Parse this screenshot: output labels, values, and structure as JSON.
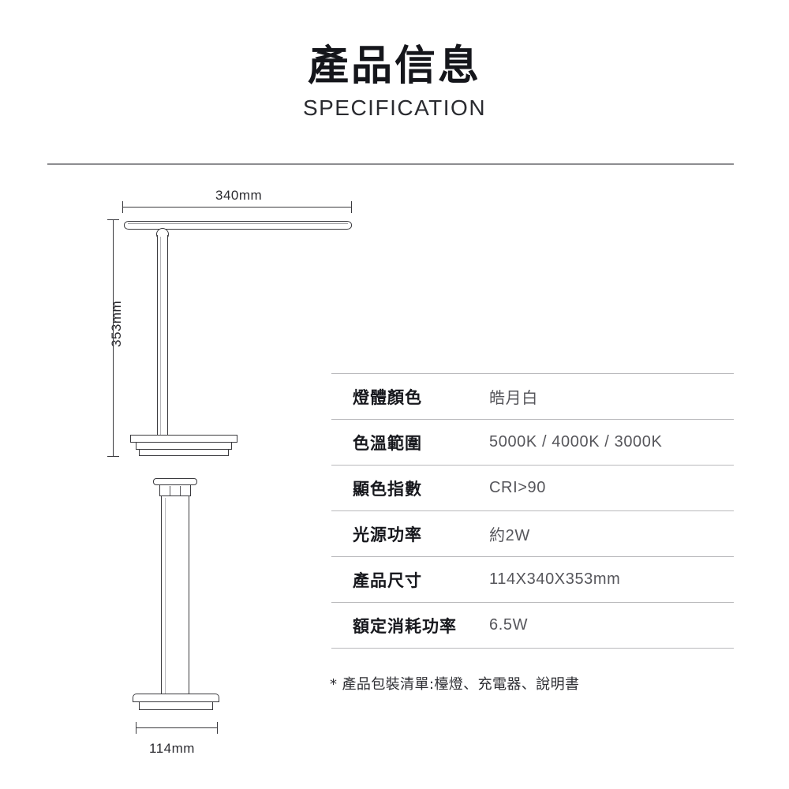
{
  "header": {
    "title_cn": "產品信息",
    "title_en": "SPECIFICATION"
  },
  "drawing": {
    "width_label": "340mm",
    "height_label": "353mm",
    "depth_label": "114mm",
    "side_view_name": "lamp-side-view",
    "front_view_name": "lamp-front-view"
  },
  "spec_table": {
    "rows": [
      {
        "label": "燈體顏色",
        "value": "皓月白"
      },
      {
        "label": "色溫範圍",
        "value": "5000K / 4000K / 3000K"
      },
      {
        "label": "顯色指數",
        "value": "CRI>90"
      },
      {
        "label": "光源功率",
        "value": "約2W"
      },
      {
        "label": "產品尺寸",
        "value": "114X340X353mm"
      },
      {
        "label": "額定消耗功率",
        "value": "6.5W"
      }
    ]
  },
  "footnote": "* 產品包裝清單:檯燈、充電器、說明書",
  "colors": {
    "background": "#ffffff",
    "text_primary": "#17181d",
    "text_value": "#56565b",
    "rule": "#b9b9bc",
    "header_rule": "#8d8d90",
    "drawing_line": "#3a3a3e"
  }
}
